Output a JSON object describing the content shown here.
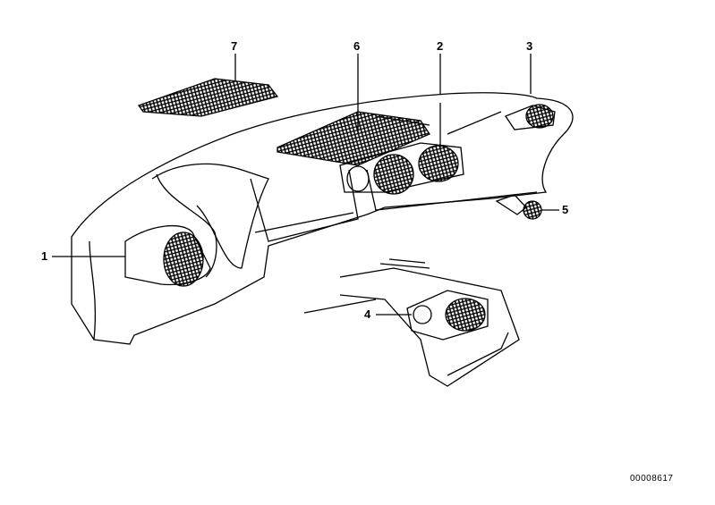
{
  "callouts": [
    {
      "number": "1",
      "part": "1"
    },
    {
      "number": "2",
      "part": "2"
    },
    {
      "number": "3",
      "part": "3"
    },
    {
      "number": "4",
      "part": "4"
    },
    {
      "number": "5",
      "part": "5"
    },
    {
      "number": "6",
      "part": "6"
    },
    {
      "number": "7",
      "part": "7"
    }
  ],
  "reference_number": "00008617"
}
